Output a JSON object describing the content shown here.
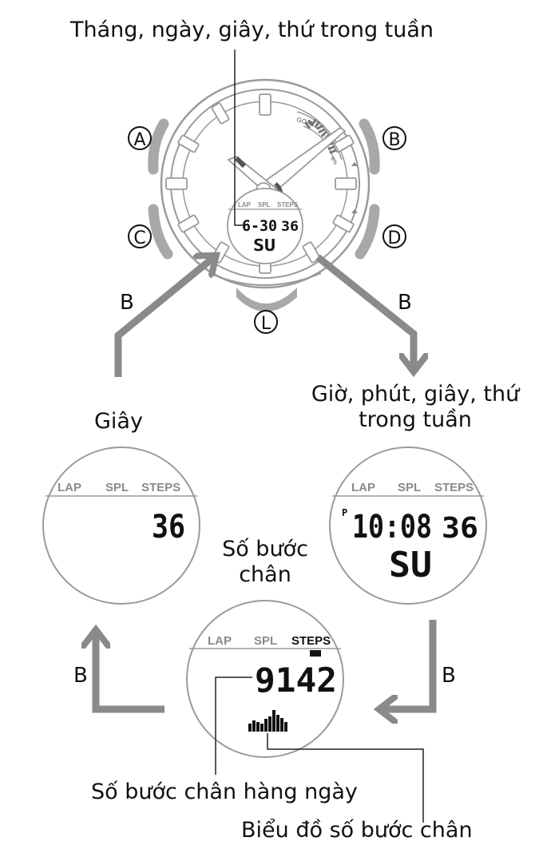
{
  "labels": {
    "watch_top": "Tháng, ngày, giây, thứ trong tuần",
    "seconds_mode": "Giây",
    "time_mode_line1": "Giờ, phút, giây, thứ",
    "time_mode_line2": "trong tuần",
    "steps_mode_line1": "Số bước",
    "steps_mode_line2": "chân",
    "daily_steps": "Số bước chân hàng ngày",
    "steps_graph": "Biểu đồ số bước chân"
  },
  "arrow_button": "B",
  "watch_buttons": {
    "a": "A",
    "b": "B",
    "c": "C",
    "d": "D",
    "l": "L"
  },
  "modes": {
    "lap": "LAP",
    "spl": "SPL",
    "steps": "STEPS"
  },
  "bezel": {
    "goal": "GOAL",
    "pct": "0%"
  },
  "main_watch": {
    "date": "6-30",
    "seconds": "36",
    "day": "SU"
  },
  "seconds_display": {
    "seconds": "36"
  },
  "time_display": {
    "pm": "P",
    "time": "10:08",
    "seconds": "36",
    "day": "SU"
  },
  "steps_display": {
    "steps": "9142"
  },
  "colors": {
    "arrow": "#8a8a8a",
    "outline": "#9a9a9a",
    "button": "#a8a8a8"
  }
}
